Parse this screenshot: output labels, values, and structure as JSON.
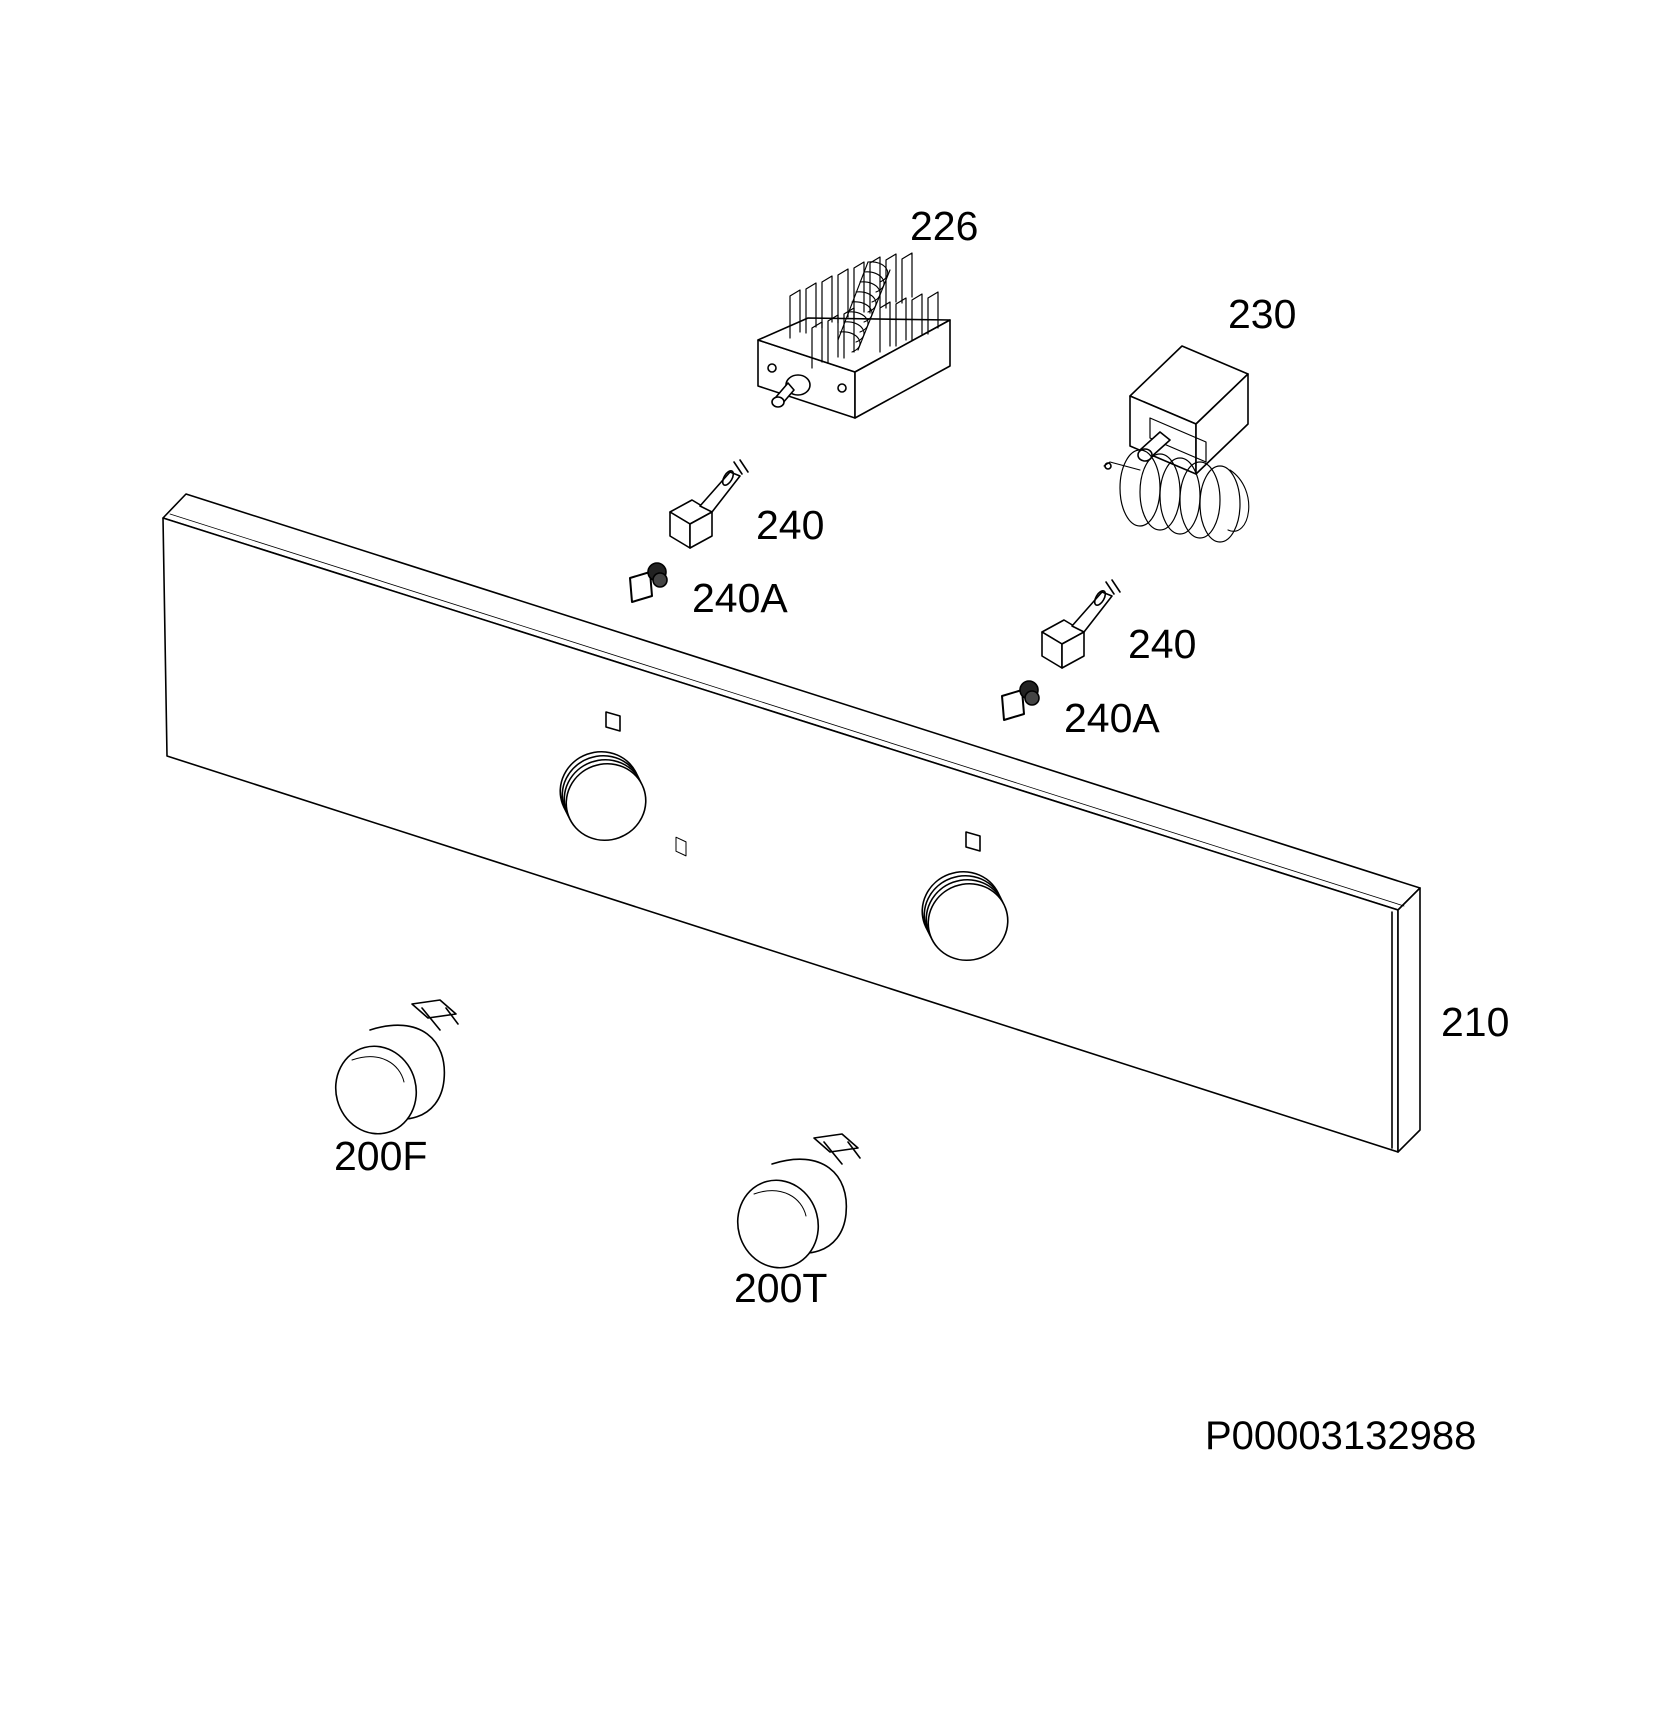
{
  "diagram": {
    "type": "exploded-parts-view",
    "labels": {
      "switch": "226",
      "thermostat": "230",
      "lamp_left": "240",
      "lamp_cap_left": "240A",
      "lamp_right": "240",
      "lamp_cap_right": "240A",
      "panel": "210",
      "knob_function": "200F",
      "knob_temperature": "200T"
    },
    "drawing_code": "P00003132988"
  }
}
